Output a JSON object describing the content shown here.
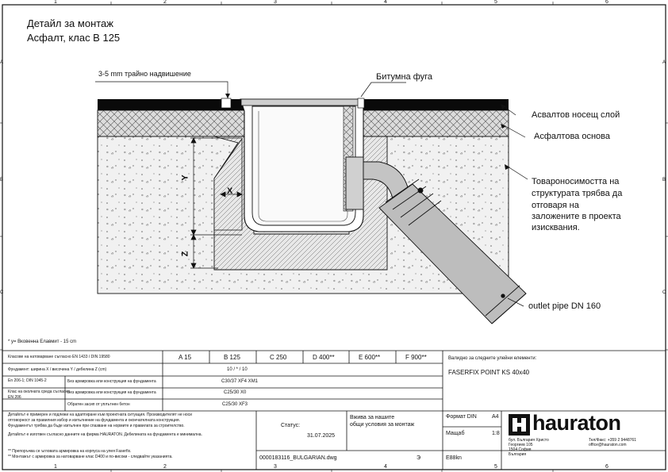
{
  "frame": {
    "column_markers_top": [
      "1",
      "2",
      "3",
      "4",
      "5",
      "6"
    ],
    "column_markers_bottom": [
      "1",
      "2",
      "3",
      "4",
      "5",
      "6"
    ],
    "row_markers_left": [
      "A",
      "B",
      "C"
    ],
    "row_markers_right": [
      "A",
      "B",
      "C"
    ]
  },
  "title": {
    "line1": "Детайл за монтаж",
    "line2": "Асфалт, клас В 125"
  },
  "callouts": {
    "elevation": "3-5 mm трайно надвишение",
    "bitumen_joint": "Битумна фуга",
    "asphalt_layer": "Асвалтов носещ слой",
    "asphalt_base": "Асфалтова основа",
    "load_capacity_1": "Товароносимостта на",
    "load_capacity_2": "структурата трябва да",
    "load_capacity_3": "отговаря на",
    "load_capacity_4": "заложените в проекта",
    "load_capacity_5": "изисквания.",
    "outlet_pipe": "outlet pipe DN 160"
  },
  "dimensions": {
    "y": "Y",
    "x": "X",
    "z": "Z"
  },
  "footnote": "* y= Вковенна Eлавмит - 15 cm",
  "titleblock": {
    "load_classes_label": "Класове на натоварване съгласно EN 1433 / DIN 19580",
    "classes": [
      "A 15",
      "B 125",
      "C 250",
      "D 400**",
      "E 600**",
      "F 900**"
    ],
    "foundation_label": "Фундамент: ширина X / височина Y / дебелина Z (cm)",
    "foundation_value": "10 / * / 10",
    "concrete_rows": [
      {
        "label": "Без армировка или конструкция на фундамента",
        "value": "C30/37 XF4 XM1"
      },
      {
        "label": "Без армировка или конструкция на фундамента",
        "value": "C25/30 X0"
      },
      {
        "label": "Обратен засип от уплътнен бетон",
        "value": "C25/30 XF3"
      }
    ],
    "left_stacked_1": "En 206-1; DIN 1045-2",
    "left_stacked_2": "Клас на околната среда съгласно",
    "left_stacked_3": "EN 206",
    "valid_label": "Валидно за следните улейни елементи:",
    "product": "FASERFIX POINT KS 40x40",
    "notes": [
      "Детайлът е примерен и подлежи на адаптиране към проектната ситуация. Производителят не носи",
      "отговорност за правилния избор и изпълнение на фундамента и окончателната конструкция.",
      "Фундаментът трябва да бъде изпълнен при спазване на нормите и правилата за строителство.",
      "Детайлът е изготвен съгласно данните на фирма HAURATON. Дебелината на фундамента е минимална.",
      "** Препоръчва се ъгловата армировка на корпуса на улея Faserfix.",
      "** Монтажът с армировка за натоварване клас D400 и по-високи - следвайте указанията."
    ],
    "status_label": "Статус:",
    "date": "31.07.2025",
    "valid_cases_1": "Вжива за нашите",
    "valid_cases_2": "общи условия за монтаж",
    "format_label": "Формат DIN",
    "format_value": "A4",
    "scale_label": "Мащаб",
    "scale_value": "1:8",
    "file_name": "0000183116_BULGARIAN.dwg",
    "revision": "Э",
    "drawn_by": "E88kn",
    "logo_text": "hauraton",
    "company_line1": "бул. България Христо",
    "company_line2": "Георгиев 105",
    "company_line3": "1504 София",
    "company_line4": "България",
    "phone": "Тел/Факс: +359 2 9448761",
    "email": "office@hauraton.com"
  },
  "colors": {
    "line": "#111111",
    "asphalt_top": "#0a0a0a",
    "hatch_bg": "#dcdcdc",
    "concrete_bg": "#eeeeee",
    "pipe_grey": "#bdbdbd",
    "channel_fill": "#ffffff"
  }
}
